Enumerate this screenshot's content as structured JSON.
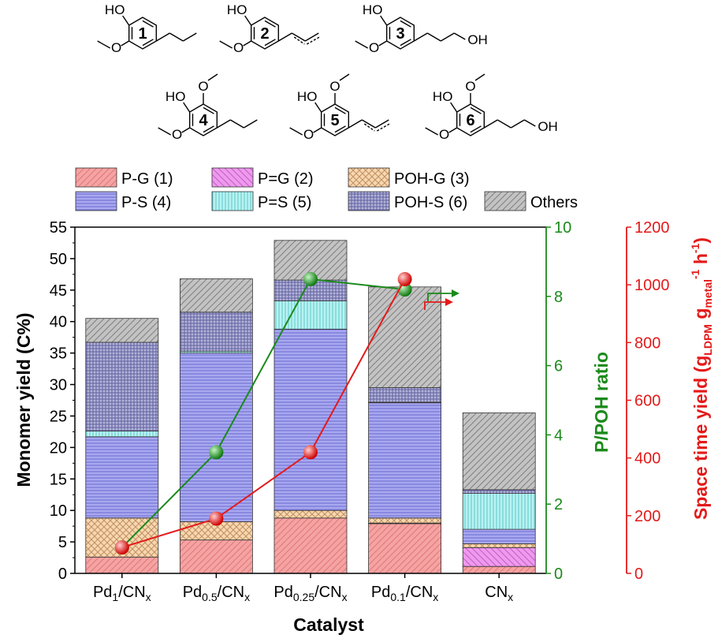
{
  "molecules": [
    {
      "number": "1",
      "groups": [
        "HO",
        "O"
      ],
      "chain": "propyl"
    },
    {
      "number": "2",
      "groups": [
        "HO",
        "O"
      ],
      "chain": "propenyl"
    },
    {
      "number": "3",
      "groups": [
        "HO",
        "O",
        "OH"
      ],
      "chain": "propanol"
    },
    {
      "number": "4",
      "groups": [
        "HO",
        "O",
        "O"
      ],
      "chain": "propyl"
    },
    {
      "number": "5",
      "groups": [
        "HO",
        "O",
        "O"
      ],
      "chain": "propenyl"
    },
    {
      "number": "6",
      "groups": [
        "HO",
        "O",
        "O",
        "OH"
      ],
      "chain": "propanol"
    }
  ],
  "chart_data": {
    "type": "bar",
    "stacked": true,
    "xlabel": "Catalyst",
    "ylabel": "Monomer yield (C%)",
    "y2label": "P/POH ratio",
    "y3label_parts": [
      "Space time yield (g",
      "LDPM",
      " g",
      "metal",
      "-1",
      " h",
      "-1",
      ")"
    ],
    "ylim": [
      0,
      55
    ],
    "y2lim": [
      0,
      10
    ],
    "y3lim": [
      0,
      1200
    ],
    "yticks": [
      0,
      5,
      10,
      15,
      20,
      25,
      30,
      35,
      40,
      45,
      50,
      55
    ],
    "y2ticks": [
      0,
      2,
      4,
      6,
      8,
      10
    ],
    "y3ticks": [
      0,
      200,
      400,
      600,
      800,
      1000,
      1200
    ],
    "categories": [
      {
        "base": "Pd",
        "sub1": "1",
        "mid": "/CN",
        "sub2": "x"
      },
      {
        "base": "Pd",
        "sub1": "0.5",
        "mid": "/CN",
        "sub2": "x"
      },
      {
        "base": "Pd",
        "sub1": "0.25",
        "mid": "/CN",
        "sub2": "x"
      },
      {
        "base": "Pd",
        "sub1": "0.1",
        "mid": "/CN",
        "sub2": "x"
      },
      {
        "base": "CN",
        "sub1": "",
        "mid": "",
        "sub2": "x"
      }
    ],
    "series": [
      {
        "name": "P-G (1)",
        "color": "#f5a3a3",
        "pattern": "diag-right",
        "patternColor": "#e07878",
        "values": [
          2.6,
          5.3,
          8.8,
          7.9,
          1.1
        ]
      },
      {
        "name": "P=G (2)",
        "color": "#ef99ef",
        "pattern": "diag-left",
        "patternColor": "#c060c0",
        "values": [
          0.0,
          0.0,
          0.0,
          0.1,
          3.0
        ]
      },
      {
        "name": "POH-G (3)",
        "color": "#f8d7b0",
        "pattern": "cross",
        "patternColor": "#c09060",
        "values": [
          6.2,
          2.9,
          1.2,
          0.8,
          0.6
        ]
      },
      {
        "name": "P-S (4)",
        "color": "#a8a8f0",
        "pattern": "horiz",
        "patternColor": "#6a6ad0",
        "values": [
          12.9,
          26.8,
          28.8,
          18.3,
          2.3
        ]
      },
      {
        "name": "P=S (5)",
        "color": "#b9f2f2",
        "pattern": "vert",
        "patternColor": "#5cc8c8",
        "values": [
          0.9,
          0.3,
          4.5,
          0.1,
          5.7
        ]
      },
      {
        "name": "POH-S (6)",
        "color": "#b3b3d9",
        "pattern": "grid",
        "patternColor": "#6060a0",
        "values": [
          14.1,
          6.2,
          3.3,
          2.3,
          0.6
        ]
      },
      {
        "name": "Others",
        "color": "#c3c3c3",
        "pattern": "diag-right",
        "patternColor": "#808080",
        "values": [
          3.8,
          5.3,
          6.3,
          16.0,
          12.2
        ]
      }
    ],
    "ratio_series": {
      "name": "P/POH ratio",
      "axis": "y2",
      "color": "#1a8a1a",
      "indices": [
        0,
        1,
        2,
        3
      ],
      "values": [
        0.75,
        3.5,
        8.5,
        8.2
      ]
    },
    "sty_series": {
      "name": "Space time yield",
      "axis": "y3",
      "color": "#e31a1a",
      "indices": [
        0,
        1,
        2,
        3
      ],
      "values": [
        90,
        190,
        420,
        1020
      ]
    },
    "legend_position": "top",
    "grid": false
  }
}
